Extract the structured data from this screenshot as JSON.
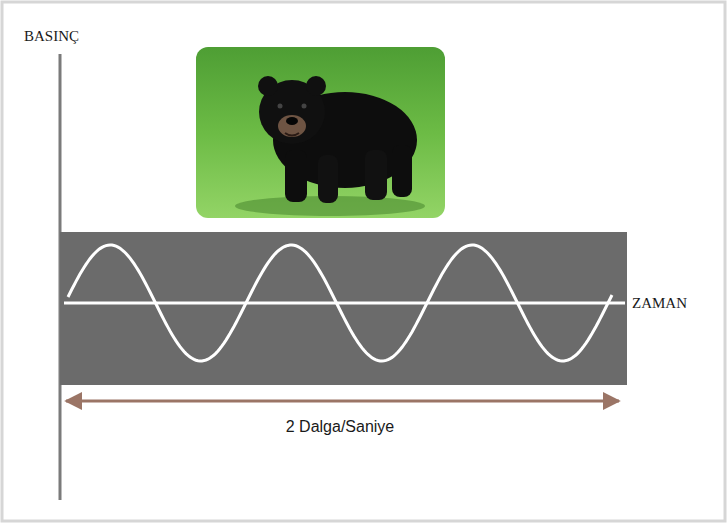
{
  "diagram": {
    "labels": [
      "BASINÇ",
      "ZAMAN",
      "2 Dalga/Saniye"
    ]
  }
}
